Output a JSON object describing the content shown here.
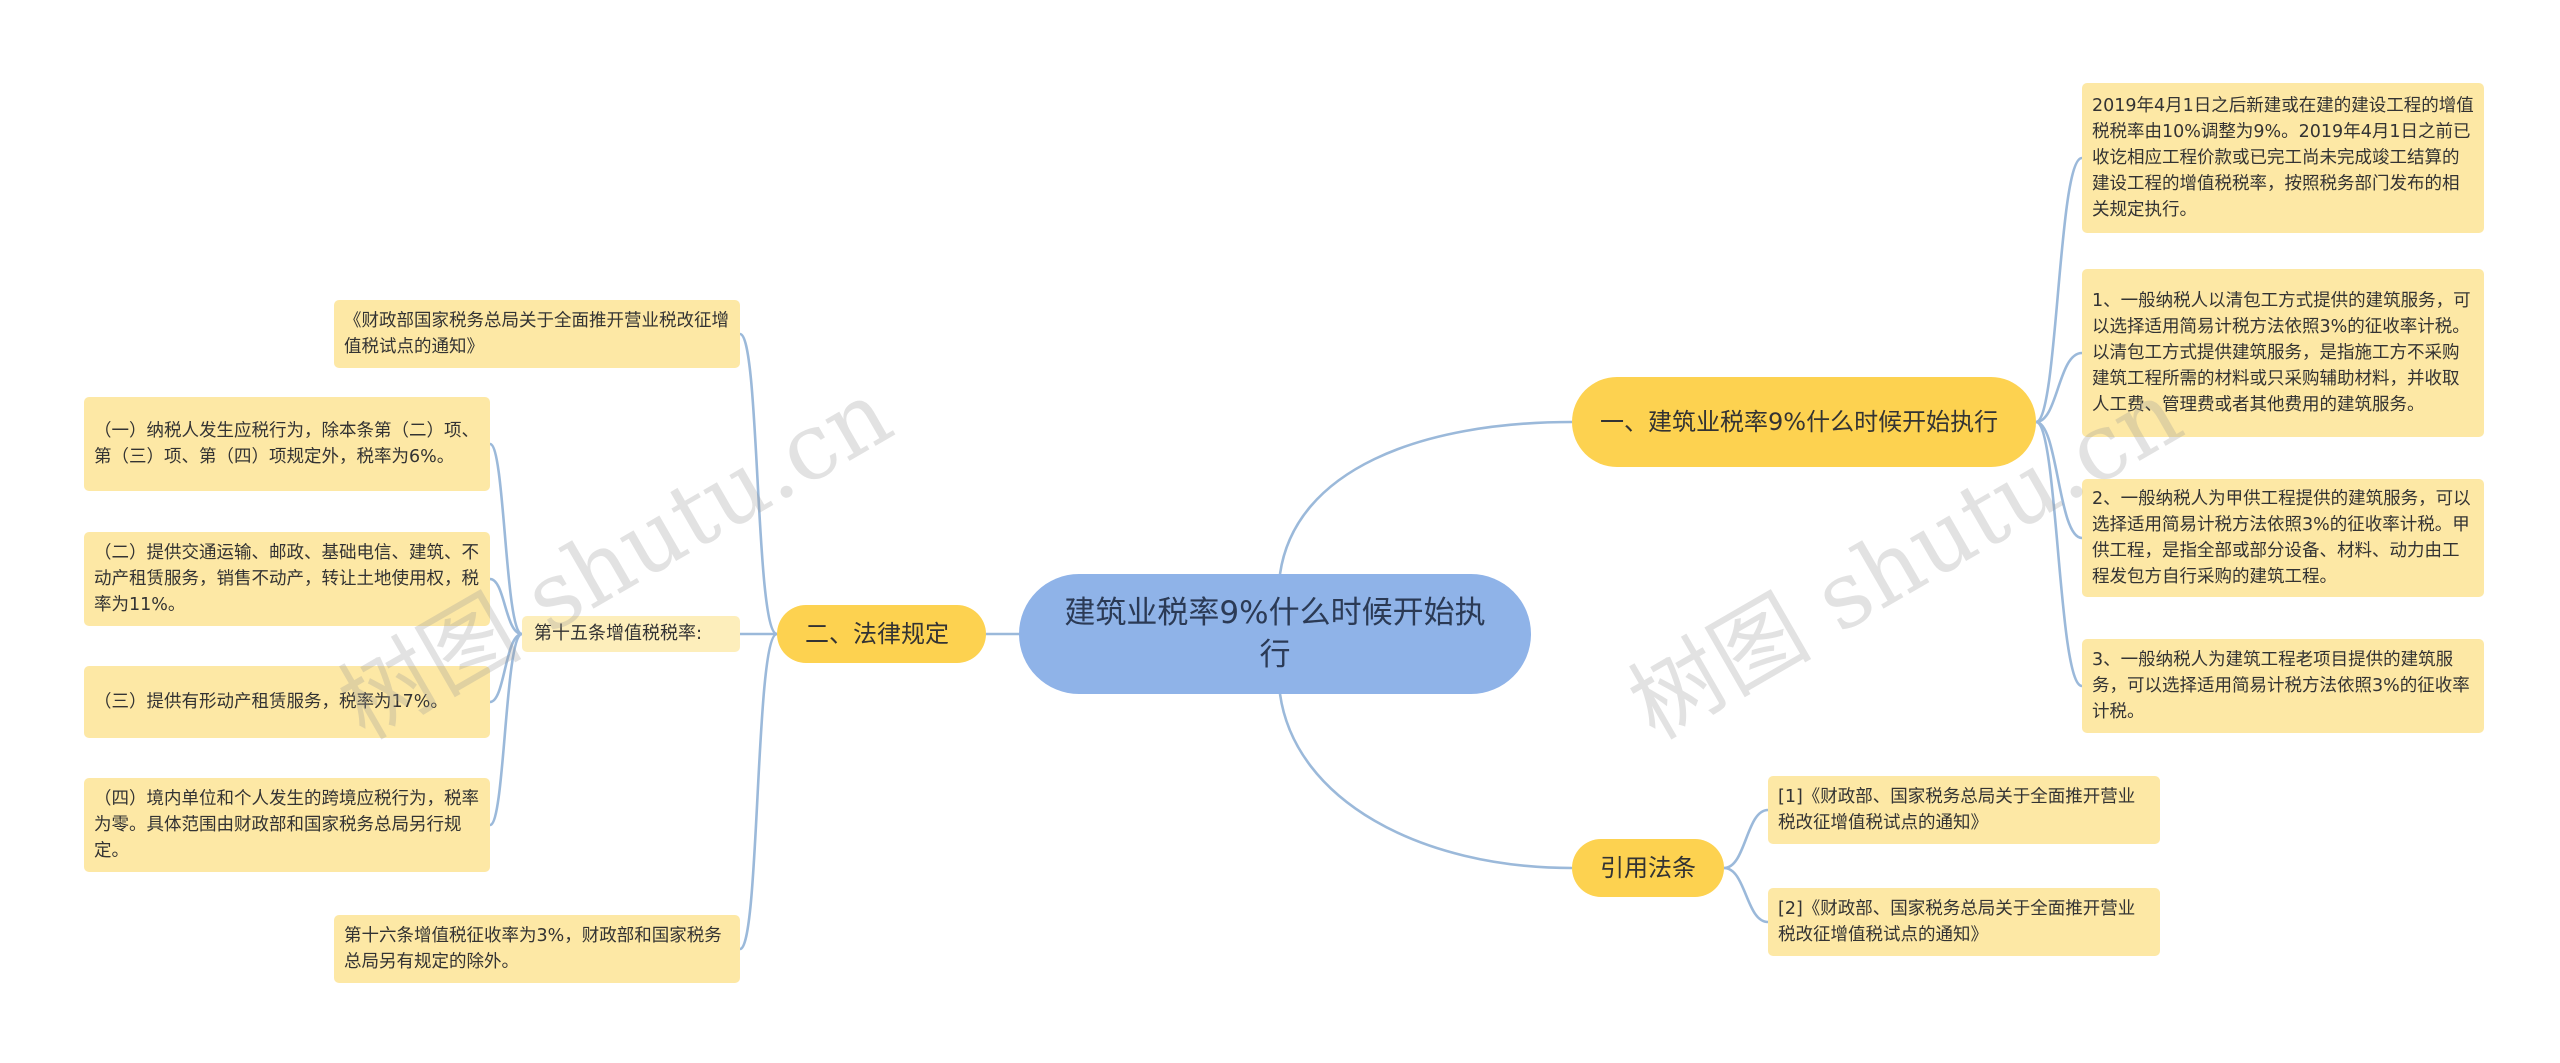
{
  "root": {
    "label": "建筑业税率9%什么时候开始执行"
  },
  "branch_when": {
    "label": "一、建筑业税率9%什么时候开始执行",
    "items": [
      "2019年4月1日之后新建或在建的建设工程的增值税税率由10%调整为9%。2019年4月1日之前已收讫相应工程价款或已完工尚未完成竣工结算的建设工程的增值税税率，按照税务部门发布的相关规定执行。",
      "1、一般纳税人以清包工方式提供的建筑服务，可以选择适用简易计税方法依照3%的征收率计税。以清包工方式提供建筑服务，是指施工方不采购建筑工程所需的材料或只采购辅助材料，并收取人工费、管理费或者其他费用的建筑服务。",
      "2、一般纳税人为甲供工程提供的建筑服务，可以选择适用简易计税方法依照3%的征收率计税。甲供工程，是指全部或部分设备、材料、动力由工程发包方自行采购的建筑工程。",
      "3、一般纳税人为建筑工程老项目提供的建筑服务，可以选择适用简易计税方法依照3%的征收率计税。"
    ]
  },
  "branch_refs": {
    "label": "引用法条",
    "items": [
      "[1]《财政部、国家税务总局关于全面推开营业税改征增值税试点的通知》",
      "[2]《财政部、国家税务总局关于全面推开营业税改征增值税试点的通知》"
    ]
  },
  "branch_law": {
    "label": "二、法律规定",
    "top_item": "《财政部国家税务总局关于全面推开营业税改征增值税试点的通知》",
    "article15": {
      "label": "第十五条增值税税率:",
      "items": [
        "（一）纳税人发生应税行为，除本条第（二）项、第（三）项、第（四）项规定外，税率为6%。",
        "（二）提供交通运输、邮政、基础电信、建筑、不动产租赁服务，销售不动产，转让土地使用权，税率为11%。",
        "（三）提供有形动产租赁服务，税率为17%。",
        "（四）境内单位和个人发生的跨境应税行为，税率为零。具体范围由财政部和国家税务总局另行规定。"
      ]
    },
    "article16": "第十六条增值税征收率为3%，财政部和国家税务总局另有规定的除外。"
  },
  "watermarks": [
    "树图 shutu.cn",
    "树图 shutu.cn"
  ]
}
